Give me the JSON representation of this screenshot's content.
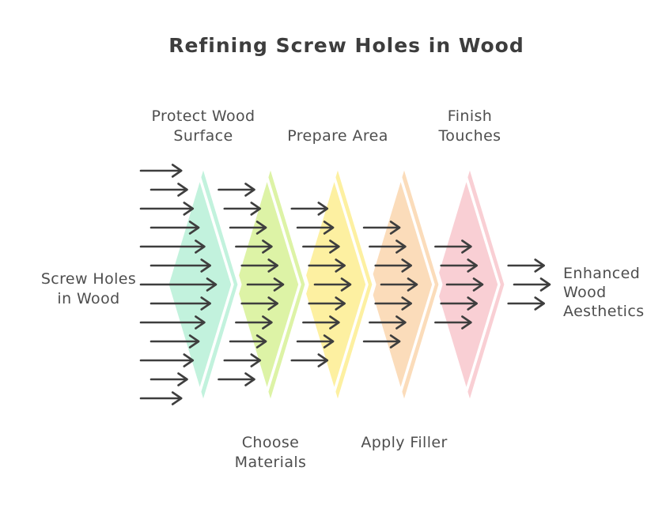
{
  "title": "Refining Screw Holes in Wood",
  "diagram": {
    "type": "funnel-flow",
    "background": "#ffffff",
    "title_color": "#3d3d3d",
    "label_color": "#4e4e4e",
    "arrow_color": "#3e3e3e",
    "input": {
      "label": "Screw Holes in Wood",
      "lines": [
        "Screw Holes",
        "in Wood"
      ]
    },
    "output": {
      "label": "Enhanced Wood Aesthetics",
      "lines": [
        "Enhanced",
        "Wood",
        "Aesthetics"
      ]
    },
    "stages": [
      {
        "name": "Protect Wood Surface",
        "lines": [
          "Protect Wood",
          "Surface"
        ],
        "label_side": "top",
        "color": "#c2f2dd"
      },
      {
        "name": "Choose Materials",
        "lines": [
          "Choose",
          "Materials"
        ],
        "label_side": "bottom",
        "color": "#ddf3a6"
      },
      {
        "name": "Prepare Area",
        "lines": [
          "Prepare Area"
        ],
        "label_side": "top",
        "color": "#fdf0a1"
      },
      {
        "name": "Apply Filler",
        "lines": [
          "Apply Filler"
        ],
        "label_side": "bottom",
        "color": "#fbdcba"
      },
      {
        "name": "Finish Touches",
        "lines": [
          "Finish",
          "Touches"
        ],
        "label_side": "top",
        "color": "#f9cfd4"
      }
    ],
    "arrow_counts": [
      13,
      11,
      9,
      7,
      5,
      3
    ]
  }
}
